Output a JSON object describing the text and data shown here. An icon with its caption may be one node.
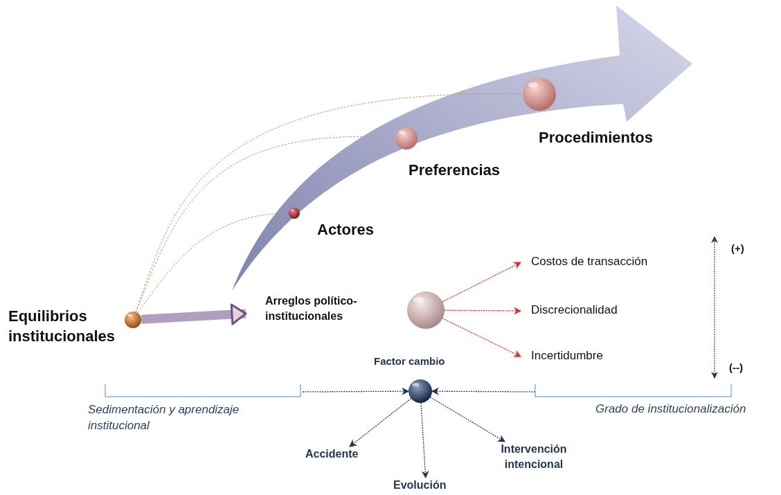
{
  "diagram": {
    "nodes": [
      {
        "text": [],
        "shape": "circle",
        "beside": [
          "Equilibrios institucionales"
        ]
      },
      {
        "text": [],
        "shape": "circle",
        "beside": [
          "Actores"
        ]
      },
      {
        "text": [],
        "shape": "circle",
        "beside": [
          "Preferencias"
        ]
      },
      {
        "text": [],
        "shape": "circle",
        "beside": [
          "Procedimientos"
        ]
      },
      {
        "text": [
          "Arreglos político-institucionales"
        ]
      },
      {
        "text": [],
        "shape": "circle"
      },
      {
        "text": [
          "Costos de transacción"
        ]
      },
      {
        "text": [
          "Discrecionalidad"
        ]
      },
      {
        "text": [
          "Incertidumbre"
        ]
      },
      {
        "text": [],
        "shape": "circle",
        "beside": [
          "Factor cambio"
        ]
      },
      {
        "text": [
          "Accidente"
        ]
      },
      {
        "text": [
          "Evolución"
        ]
      },
      {
        "text": [
          "Intervención intencional"
        ]
      },
      {
        "text": [
          "Sedimentación y aprendizaje institucional"
        ]
      },
      {
        "text": [
          "Grado de institucionalización"
        ]
      }
    ],
    "edges": [
      {
        "from": 0,
        "to": 1,
        "arrow": "none",
        "style": "dashed",
        "color": "#c8956a"
      },
      {
        "from": 0,
        "to": 2,
        "arrow": "none",
        "style": "dashed",
        "color": "#c8956a"
      },
      {
        "from": 0,
        "to": 3,
        "arrow": "none",
        "style": "dashed",
        "color": "#c8956a"
      },
      {
        "from": 0,
        "to": 4,
        "arrow": "to",
        "style": "thick",
        "color": "#6e4f86"
      },
      {
        "from": 5,
        "to": 6,
        "arrow": "to",
        "style": "dashed",
        "color": "#e8262a"
      },
      {
        "from": 5,
        "to": 7,
        "arrow": "to",
        "style": "dashed",
        "color": "#e8262a"
      },
      {
        "from": 5,
        "to": 8,
        "arrow": "to",
        "style": "dashed",
        "color": "#e8262a"
      },
      {
        "from": 13,
        "to": 9,
        "arrow": "to",
        "style": "dashed"
      },
      {
        "from": 14,
        "to": 9,
        "arrow": "to",
        "style": "dashed"
      },
      {
        "from": 9,
        "to": 10,
        "arrow": "to",
        "style": "dashed"
      },
      {
        "from": 9,
        "to": 11,
        "arrow": "to",
        "style": "dashed"
      },
      {
        "from": 9,
        "to": 12,
        "arrow": "to",
        "style": "dashed"
      }
    ],
    "labels": [
      "(+)",
      "(--)"
    ]
  }
}
